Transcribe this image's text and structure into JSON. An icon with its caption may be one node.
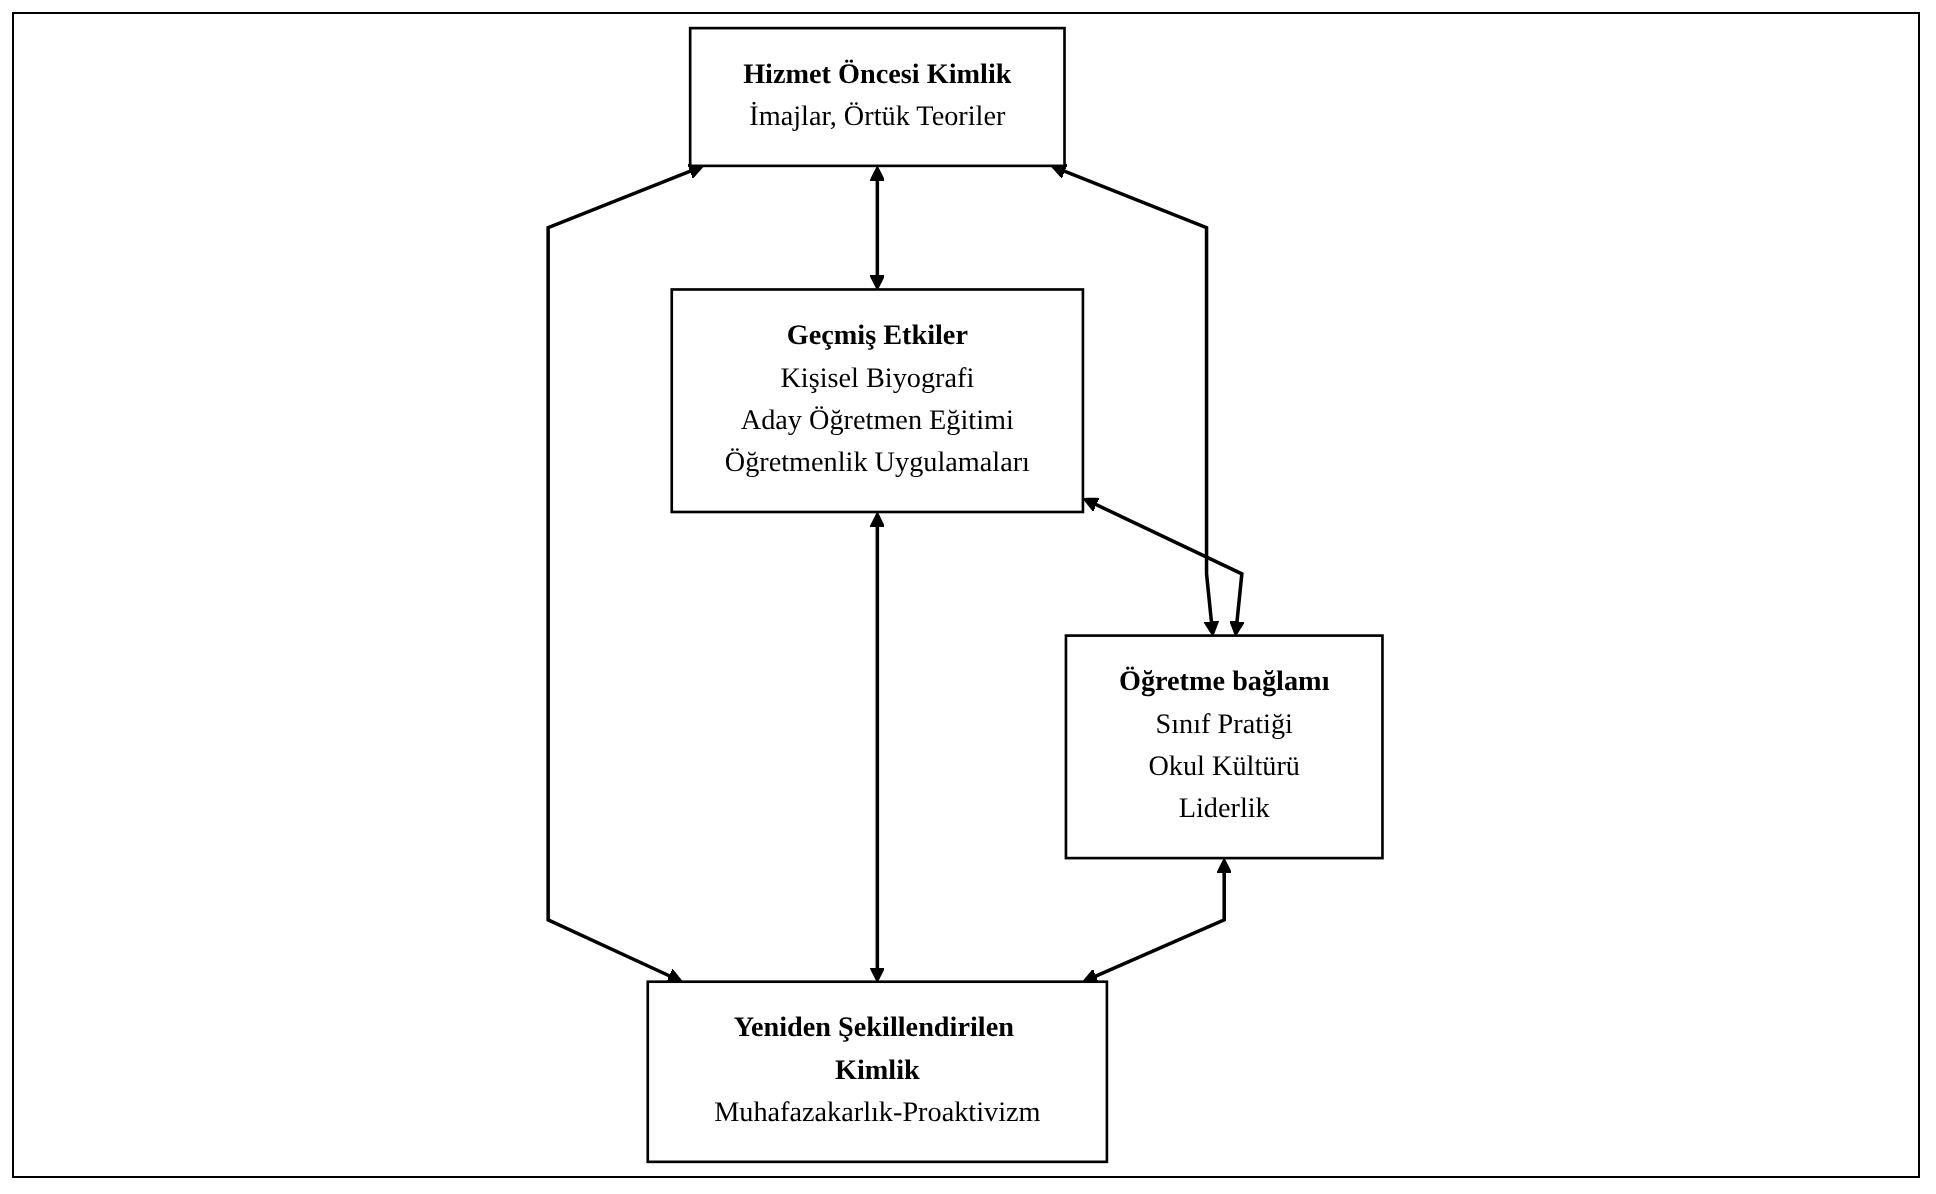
{
  "diagram": {
    "nodes": [
      {
        "text": [
          "Hizmet Öncesi Kimlik",
          "İmajlar, Örtük Teoriler"
        ]
      },
      {
        "text": [
          "Geçmiş Etkiler",
          "Kişisel Biyografi",
          "Aday Öğretmen Eğitimi",
          "Öğretmenlik Uygulamaları"
        ]
      },
      {
        "text": [
          "Öğretme bağlamı",
          "Sınıf Pratiği",
          "Okul Kültürü",
          "Liderlik"
        ]
      },
      {
        "text": [
          "Yeniden Şekillendirilen Kimlik",
          "Muhafazakarlık-Proaktivizm"
        ]
      }
    ],
    "edges": [
      {
        "from": 0,
        "to": 1,
        "arrow": "both"
      },
      {
        "from": 0,
        "to": 2,
        "arrow": "both"
      },
      {
        "from": 0,
        "to": 3,
        "arrow": "both"
      },
      {
        "from": 1,
        "to": 2,
        "arrow": "both"
      },
      {
        "from": 1,
        "to": 3,
        "arrow": "both"
      },
      {
        "from": 2,
        "to": 3,
        "arrow": "both"
      }
    ]
  }
}
